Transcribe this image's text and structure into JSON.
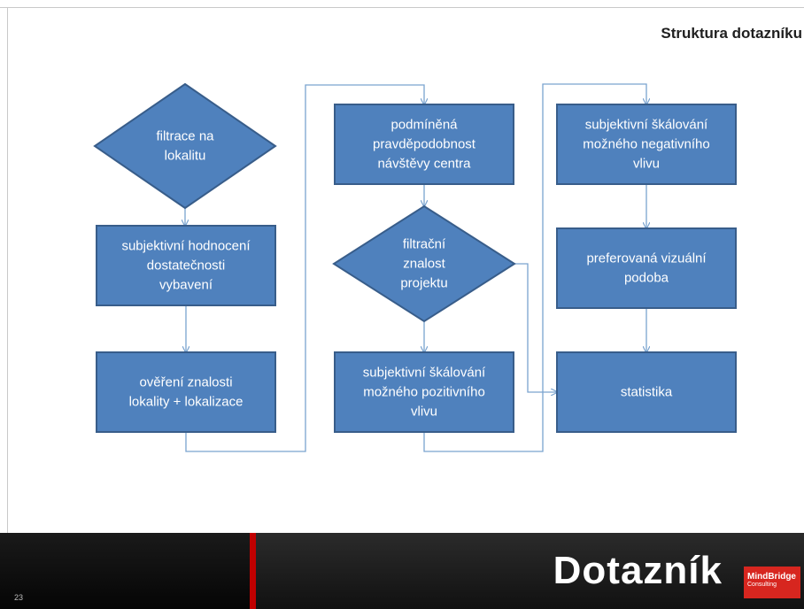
{
  "slide": {
    "title": "Struktura dotazníku",
    "page_number": "23",
    "footer_heading": "Dotazník",
    "logo": {
      "name": "MindBridge",
      "subtitle": "Consulting"
    }
  },
  "colors": {
    "node_fill": "#4f81bd",
    "node_border": "#385d8a",
    "connector": "#7aa3cf",
    "accent_red": "#c00000",
    "logo_red": "#d7261f"
  },
  "diagram": {
    "nodes": [
      {
        "id": "n1",
        "shape": "decision",
        "lines": [
          "filtrace na",
          "lokalitu"
        ]
      },
      {
        "id": "n2",
        "shape": "process",
        "lines": [
          "subjektivní hodnocení",
          "dostatečnosti",
          "vybavení"
        ]
      },
      {
        "id": "n3",
        "shape": "process",
        "lines": [
          "ověření znalosti",
          "lokality + lokalizace"
        ]
      },
      {
        "id": "n4",
        "shape": "process",
        "lines": [
          "podmíněná",
          "pravděpodobnost",
          "návštěvy centra"
        ]
      },
      {
        "id": "n5",
        "shape": "decision",
        "lines": [
          "filtrační",
          "znalost",
          "projektu"
        ]
      },
      {
        "id": "n6",
        "shape": "process",
        "lines": [
          "subjektivní škálování",
          "možného pozitivního",
          "vlivu"
        ]
      },
      {
        "id": "n7",
        "shape": "process",
        "lines": [
          "subjektivní škálování",
          "možného negativního",
          "vlivu"
        ]
      },
      {
        "id": "n8",
        "shape": "process",
        "lines": [
          "preferovaná vizuální",
          "podoba"
        ]
      },
      {
        "id": "n9",
        "shape": "process",
        "lines": [
          "statistika"
        ]
      }
    ],
    "edges": [
      {
        "from": "n1",
        "to": "n2"
      },
      {
        "from": "n2",
        "to": "n3"
      },
      {
        "from": "n3",
        "to": "n4"
      },
      {
        "from": "n4",
        "to": "n5"
      },
      {
        "from": "n5",
        "to": "n6"
      },
      {
        "from": "n5",
        "to": "n9"
      },
      {
        "from": "n6",
        "to": "n7"
      },
      {
        "from": "n7",
        "to": "n8"
      },
      {
        "from": "n8",
        "to": "n9"
      }
    ]
  }
}
